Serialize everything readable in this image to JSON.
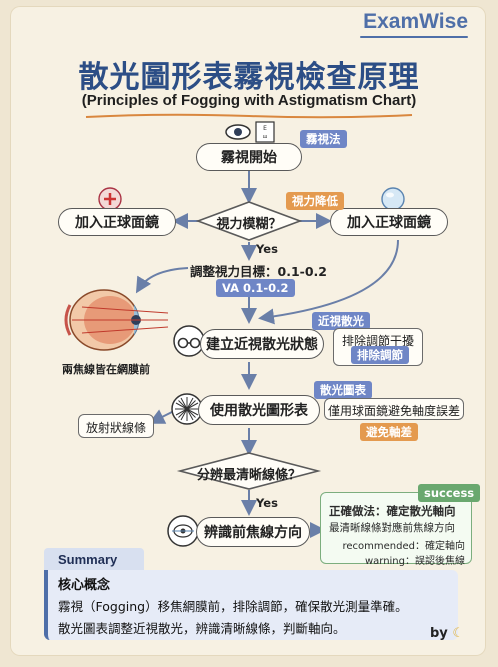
{
  "brand": "ExamWise",
  "title": "散光圖形表霧視檢查原理",
  "subtitle": "(Principles of Fogging with Astigmatism Chart)",
  "nodes": {
    "start": "霧視開始",
    "start_tag": "霧視法",
    "blur_decision": "視力模糊？",
    "blur_tag": "視力降低",
    "plus_left": "加入正球面鏡",
    "plus_right": "加入正球面鏡",
    "yes1": "Yes",
    "target": "調整視力目標：0.1-0.2",
    "target_tag": "VA 0.1-0.2",
    "eye_caption": "兩焦線皆在網膜前",
    "myopic": "建立近視散光狀態",
    "myopic_tag": "近視散光",
    "myopic_note": "排除調節干擾",
    "myopic_note_tag": "排除調節",
    "chart": "使用散光圖形表",
    "chart_tag": "散光圖表",
    "chart_note": "僅用球面鏡避免軸度誤差",
    "chart_note_tag": "避免軸差",
    "radial": "放射狀線條",
    "clearest": "分辨最清晰線條？",
    "yes2": "Yes",
    "identify": "辨識前焦線方向",
    "success_tag": "success",
    "success_title": "正確做法：確定散光軸向",
    "success_line1": "最清晰線條對應前焦線方向",
    "success_line2": "recommended：確定軸向",
    "success_line3": "warning：誤認後焦線"
  },
  "summary": {
    "head": "Summary",
    "title": "核心概念",
    "line1": "霧視（Fogging）移焦網膜前，排除調節，確保散光測量準確。",
    "line2": "散光圖表調整近視散光，辨識清晰線條，判斷軸向。"
  },
  "byline": "by",
  "colors": {
    "title": "#2c4e86",
    "accent_blue": "#6f86c6",
    "accent_orange": "#e49a4f",
    "accent_green": "#6aa86f",
    "arrow": "#6a7fa8"
  }
}
